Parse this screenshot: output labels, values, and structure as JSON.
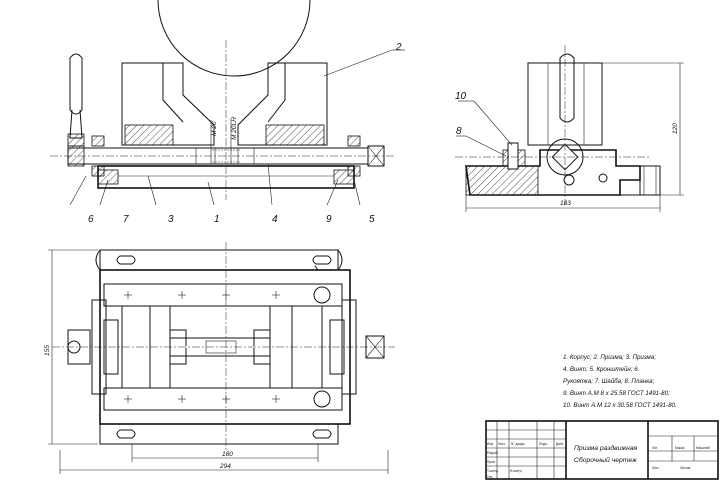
{
  "callouts": {
    "c1": "1",
    "c2": "2",
    "c3": "3",
    "c4": "4",
    "c5": "5",
    "c6": "6",
    "c7": "7",
    "c8": "8",
    "c9": "9",
    "c10": "10"
  },
  "dimensions": {
    "thread_a": "М 20",
    "thread_b": "М 20LH",
    "side_height": "120",
    "side_width": "183",
    "plan_height": "155",
    "plan_inner_width": "180",
    "plan_total_width": "294"
  },
  "parts_list": [
    "1. Корпус; 2. Призма; 3. Призма;",
    "4. Винт; 5. Кронштейн; 6.",
    "Рукоятка; 7. Шайба; 8. Планка;",
    "9. Винт А.М 8 x 25.58 ГОСТ 1491-80;",
    "10. Винт А.М 12 x 30.58 ГОСТ 1491-80."
  ],
  "title_block": {
    "title_line1": "Призма раздвижная",
    "title_line2": "Сборочный чертеж",
    "col_izm": "Изм",
    "col_list": "Лист",
    "col_ndoc": "N° докум.",
    "col_podp": "Подп.",
    "col_data": "Дата",
    "row_razrab": "Разраб.",
    "row_prov": "Пров.",
    "row_tkontr": "Т.контр.",
    "row_nkontr": "Н.контр.",
    "row_utv": "Утв.",
    "hdr_lit": "Лит.",
    "hdr_massa": "Масса",
    "hdr_masshtab": "Масштаб",
    "hdr_list": "Лист",
    "hdr_listov": "Листов"
  }
}
